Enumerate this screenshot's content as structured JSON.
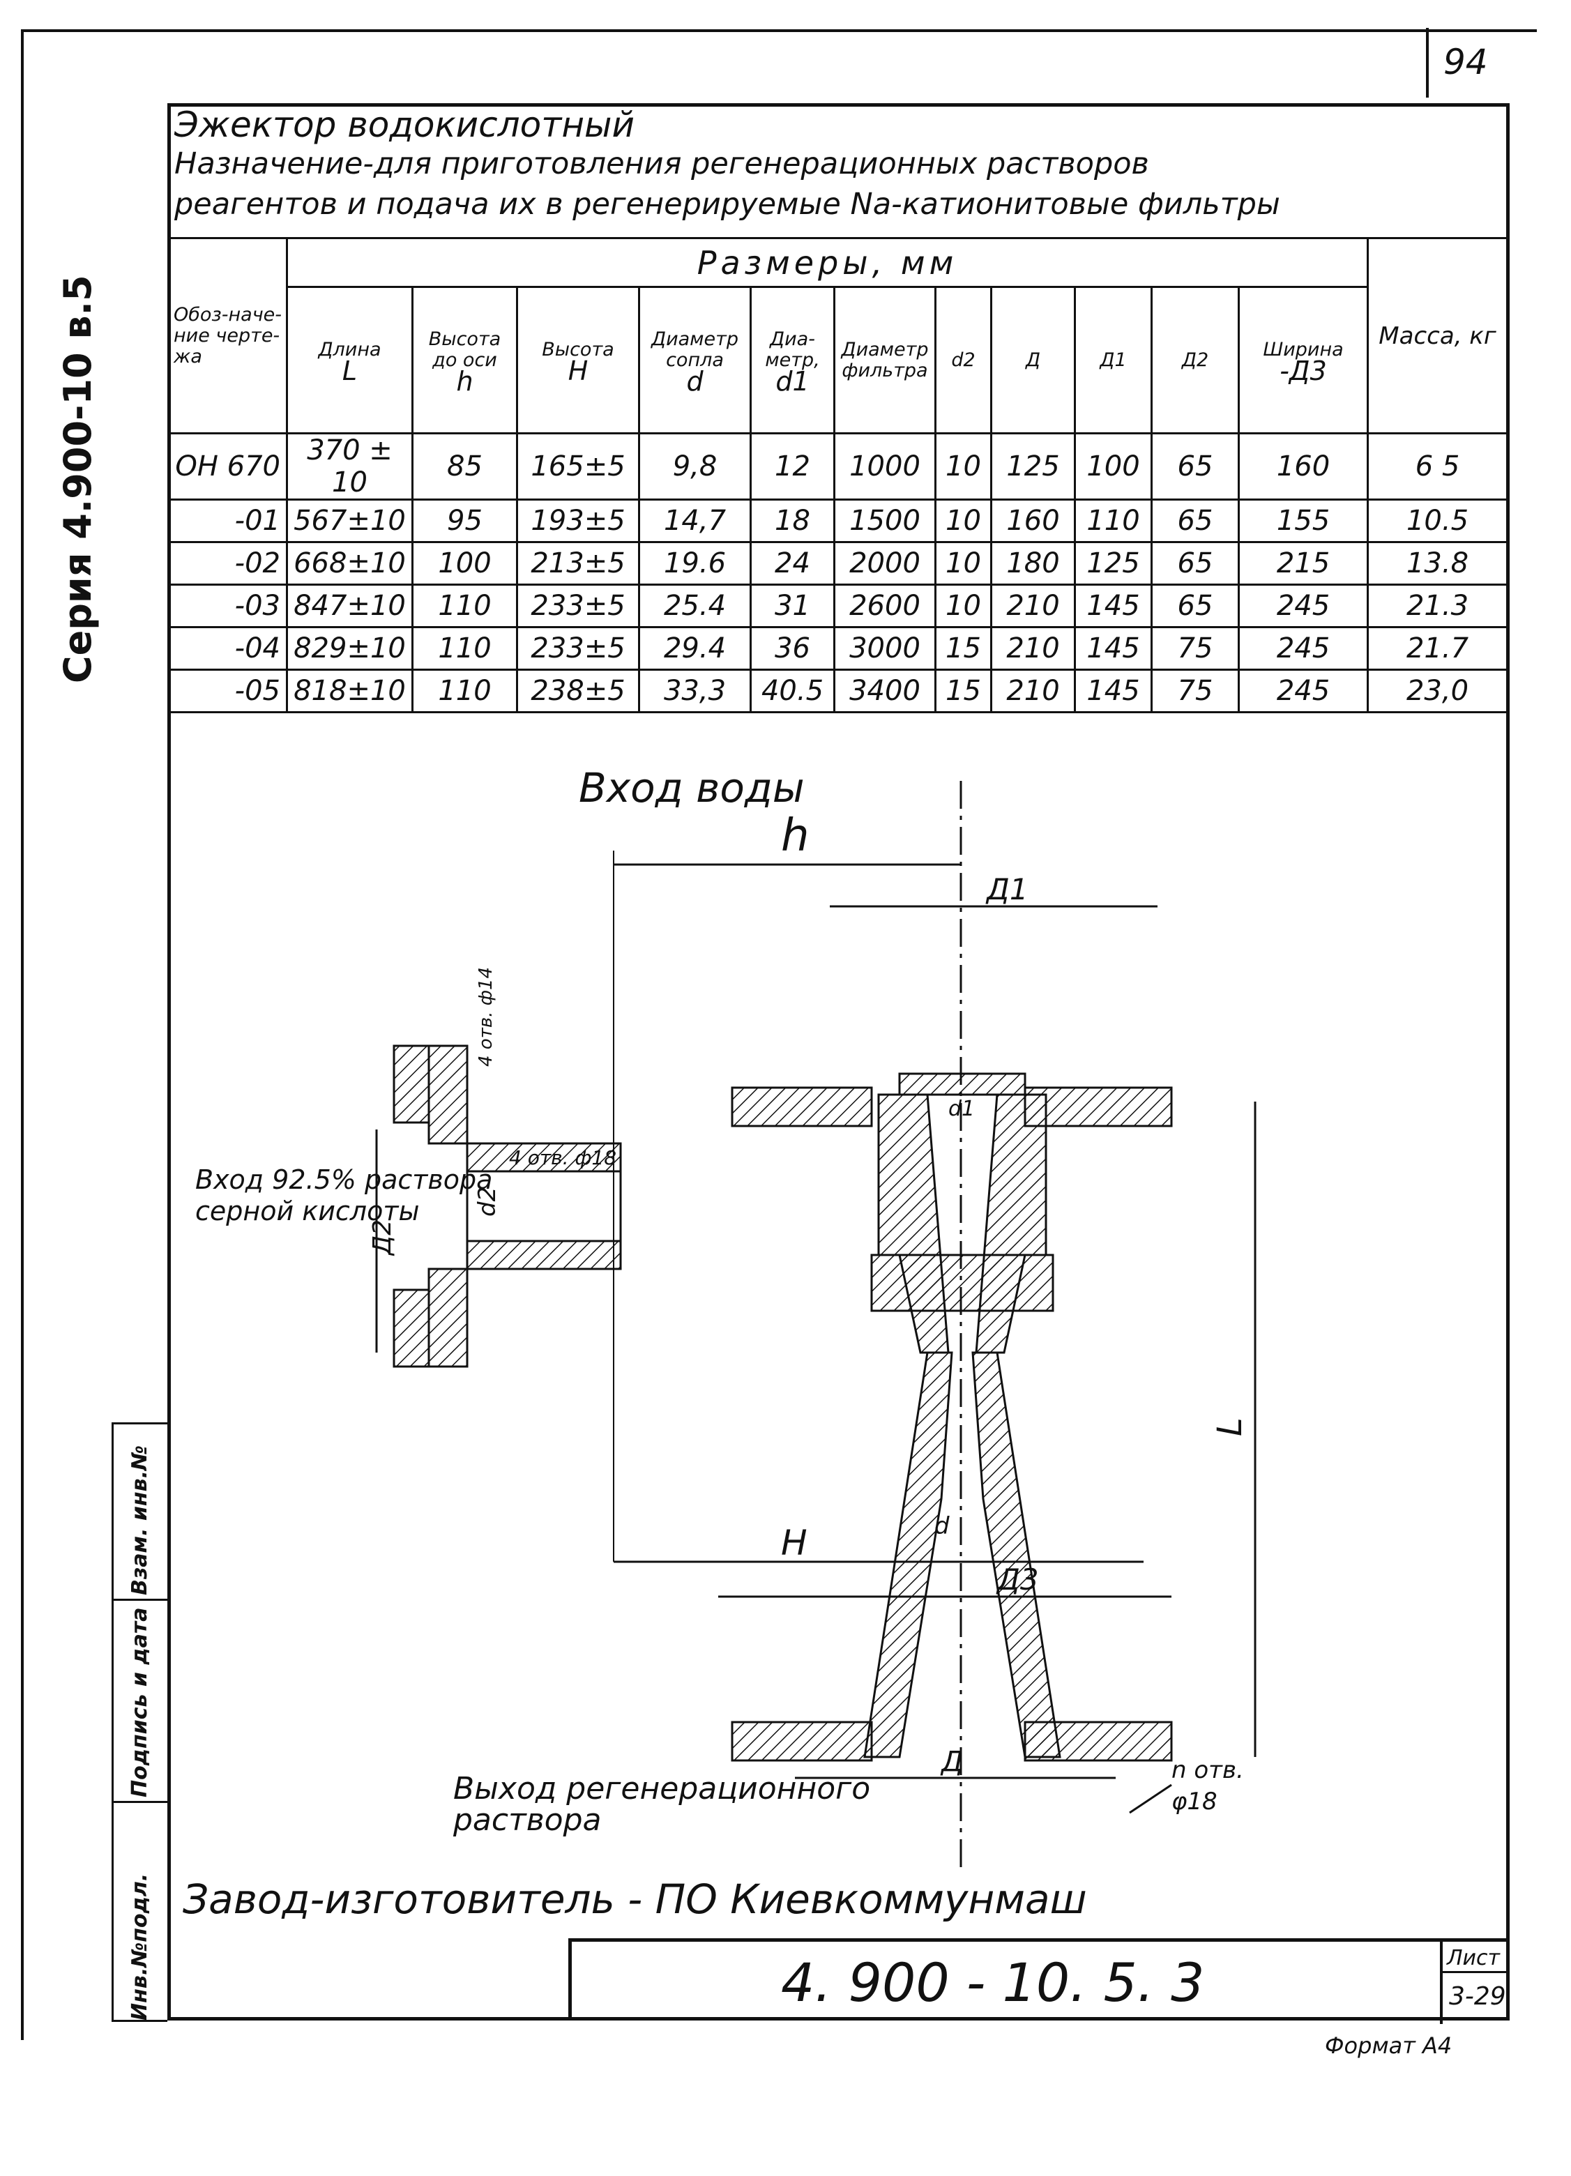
{
  "sheet": {
    "page_number": "94",
    "title": "Эжектор водокислотный",
    "purpose_line1": "Назначение-для приготовления регенерационных растворов",
    "purpose_line2": "реагентов и подача их в регенерируемые Na-катионитовые фильтры",
    "side_label": "Серия 4.900-10 в.5",
    "manufacturer": "Завод-изготовитель - ПО Киевкоммунмаш",
    "drawing_code": "4. 900 - 10. 5. 3",
    "sheet_label": "Лист",
    "sheet_number": "3-29",
    "format_label": "Формат А4"
  },
  "stamp": {
    "inv_original": "Инв.№подл.",
    "signature_date": "Подпись и дата",
    "replaced_inv": "Взам. инв.№"
  },
  "table": {
    "col_designation": "Обоз-наче-ние черте-жа",
    "group_header": "Размеры, мм",
    "col_mass": "Масса, кг",
    "columns": [
      {
        "line1": "Длина",
        "line2": "L"
      },
      {
        "line1": "Высота до оси",
        "line2": "h"
      },
      {
        "line1": "Высота",
        "line2": "H"
      },
      {
        "line1": "Диаметр сопла",
        "line2": "d"
      },
      {
        "line1": "Диа-метр,",
        "line2": "d1"
      },
      {
        "line1": "Диаметр фильтра",
        "line2": ""
      },
      {
        "line1": "d2",
        "line2": ""
      },
      {
        "line1": "Д",
        "line2": ""
      },
      {
        "line1": "Д1",
        "line2": ""
      },
      {
        "line1": "Д2",
        "line2": ""
      },
      {
        "line1": "Ширина",
        "line2": "-Д3"
      }
    ],
    "rows": [
      [
        "ОН 670",
        "370 ± 10",
        "85",
        "165±5",
        "9,8",
        "12",
        "1000",
        "10",
        "125",
        "100",
        "65",
        "160",
        "6 5"
      ],
      [
        "-01",
        "567±10",
        "95",
        "193±5",
        "14,7",
        "18",
        "1500",
        "10",
        "160",
        "110",
        "65",
        "155",
        "10.5"
      ],
      [
        "-02",
        "668±10",
        "100",
        "213±5",
        "19.6",
        "24",
        "2000",
        "10",
        "180",
        "125",
        "65",
        "215",
        "13.8"
      ],
      [
        "-03",
        "847±10",
        "110",
        "233±5",
        "25.4",
        "31",
        "2600",
        "10",
        "210",
        "145",
        "65",
        "245",
        "21.3"
      ],
      [
        "-04",
        "829±10",
        "110",
        "233±5",
        "29.4",
        "36",
        "3000",
        "15",
        "210",
        "145",
        "75",
        "245",
        "21.7"
      ],
      [
        "-05",
        "818±10",
        "110",
        "238±5",
        "33,3",
        "40.5",
        "3400",
        "15",
        "210",
        "145",
        "75",
        "245",
        "23,0"
      ]
    ]
  },
  "drawing": {
    "water_inlet": "Вход воды",
    "acid_inlet_line1": "Вход 92.5% раствора",
    "acid_inlet_line2": "серной кислоты",
    "outlet_line1": "Выход регенерационного",
    "outlet_line2": "раствора",
    "dim_h": "h",
    "dim_H": "H",
    "dim_L": "L",
    "dim_D": "Д",
    "dim_D1": "Д1",
    "dim_D2": "Д2",
    "dim_D3": "Д3",
    "dim_d": "d",
    "dim_d1": "d1",
    "dim_d2": "d2",
    "holes_top": "4 отв. ф14",
    "holes_mid": "4 отв. ф18",
    "holes_bottom": "n отв.",
    "holes_bottom_dia": "φ18"
  }
}
